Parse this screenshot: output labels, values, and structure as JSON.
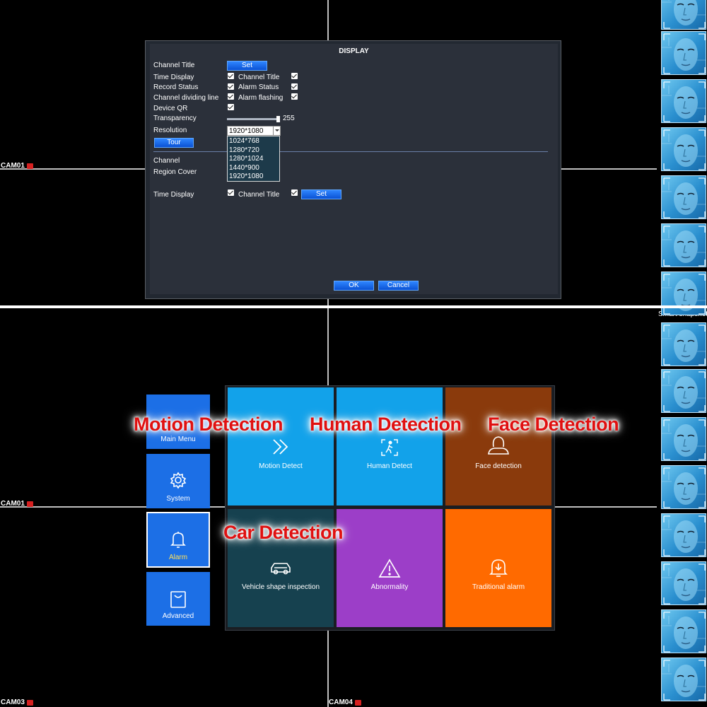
{
  "cameras": {
    "cam01_top": "CAM01",
    "cam01_bottom": "CAM01",
    "cam03": "CAM03",
    "cam04": "CAM04"
  },
  "snapshot_strip": {
    "title": "Smart snapshot"
  },
  "display_dialog": {
    "title": "DISPLAY",
    "channel_title_label": "Channel Title",
    "set_button": "Set",
    "time_display_label": "Time Display",
    "channel_title_check_label": "Channel Title",
    "record_status_label": "Record Status",
    "alarm_status_label": "Alarm Status",
    "channel_dividing_line_label": "Channel dividing line",
    "alarm_flashing_label": "Alarm flashing",
    "device_qr_label": "Device QR",
    "transparency_label": "Transparency",
    "transparency_value": "255",
    "resolution_label": "Resolution",
    "resolution_value": "1920*1080",
    "resolution_options": [
      "1024*768",
      "1280*720",
      "1280*1024",
      "1440*900",
      "1920*1080"
    ],
    "tour_button": "Tour",
    "channel_label": "Channel",
    "region_cover_label": "Region Cover",
    "time_display_label_2": "Time Display",
    "channel_title_label_2": "Channel Title",
    "set_button_2": "Set",
    "ok_button": "OK",
    "cancel_button": "Cancel"
  },
  "side_menu": {
    "main_menu": "Main Menu",
    "system": "System",
    "alarm": "Alarm",
    "advanced": "Advanced"
  },
  "alarm_tiles": {
    "motion_detect": "Motion Detect",
    "human_detect": "Human Detect",
    "face_detection": "Face detection",
    "vehicle_shape_inspection": "Vehicle shape inspection",
    "abnormality": "Abnormality",
    "traditional_alarm": "Traditional alarm"
  },
  "overlays": {
    "motion": "Motion Detection",
    "human": "Human Detection",
    "face": "Face Detection",
    "car": "Car Detection"
  },
  "colors": {
    "tile_blue": "#12a2ea",
    "tile_brown": "#8a3a0c",
    "tile_teal": "#16414f",
    "tile_purple": "#9c3ec8",
    "tile_orange": "#ff6a00",
    "side_blue": "#1c6fe6",
    "overlay_red": "#e01010"
  }
}
